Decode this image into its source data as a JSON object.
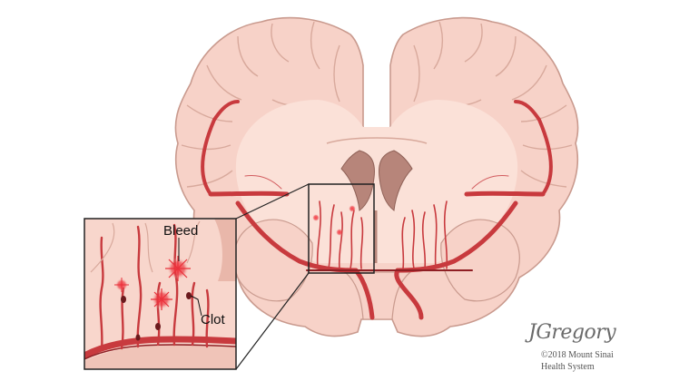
{
  "labels": {
    "bleed": "Bleed",
    "clot": "Clot"
  },
  "signature": "JGregory",
  "copyright": {
    "line1": "©2018 Mount Sinai",
    "line2": "Health System"
  },
  "colors": {
    "tissue": "#f7d2c8",
    "tissue_light": "#fbe1d8",
    "tissue_outline": "#c99a8e",
    "white_matter": "#f6d9cf",
    "ventricle": "#b7857a",
    "artery": "#c83a3e",
    "artery_dark": "#8f1f24",
    "bleed": "#e8323b",
    "inset_border": "#222222"
  }
}
